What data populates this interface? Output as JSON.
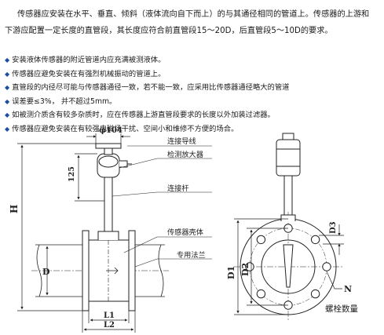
{
  "intro": {
    "line1": "传感器应安装在水平、垂直、倾斜（液体流向自下而上）的与其通径相同的管道上。传感器的上游和",
    "line2": "下游应配置一定长度的直管段，其长度应符合前直管段15～20D，后直管段5～10D的要求。"
  },
  "bullets": [
    "安装液体传感器的附近管道内应充满被测液体。",
    "传感器应避免安装在有强烈机械振动的管道上。",
    "直管段的内径尽可能与传感器通径一致，若不能一致，应采用比传感器通径略大的管道",
    "误差要≤3%，  并不超过5mm。",
    "如被测介质含有较多杂质时，应在传感器上游直管段要求的长度以外加装过滤器。",
    "传感器应避免安装在有较强电磁场干扰、空间小和维修不方便的场合。"
  ],
  "bullet_icon": "diamond-bullet-icon",
  "bullet_color": "#1a4fa0",
  "side_view": {
    "phi_label": "φ104",
    "dim_125": "125",
    "dim_H": "H",
    "dim_D": "D",
    "dim_L1": "L1",
    "dim_L2": "L2"
  },
  "callouts": {
    "wire": "连接导线",
    "amplifier": "检测放大器",
    "rod": "连接杆",
    "shell": "传感器壳体",
    "flange": "专用法兰"
  },
  "front_view": {
    "dim_D3": "D3",
    "dim_D1": "D1",
    "dim_D2": "D2",
    "dim_N": "N",
    "bolt_label": "螺栓数量"
  }
}
